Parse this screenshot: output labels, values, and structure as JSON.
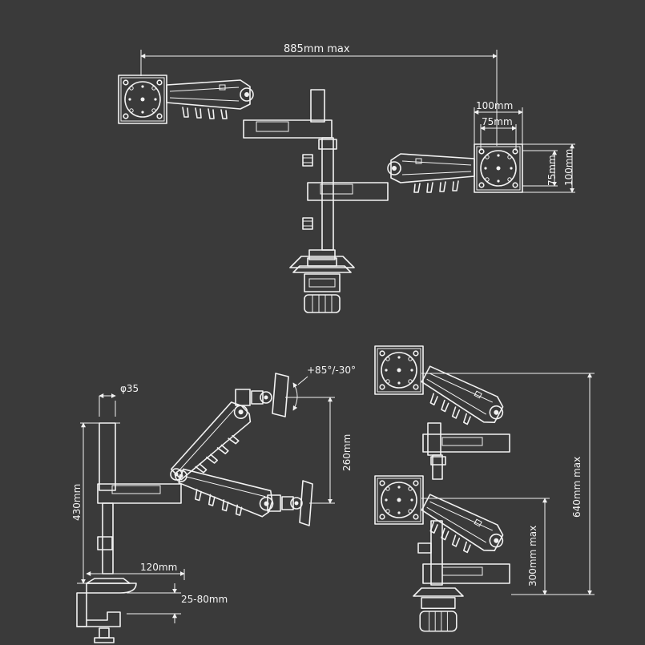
{
  "dimensions": {
    "span_max": "885mm max",
    "vesa_large_h": "100mm",
    "vesa_small_h": "75mm",
    "vesa_small_v": "75mm",
    "vesa_large_v": "100mm",
    "pole_diameter": "φ35",
    "tilt_range": "+85°/-30°",
    "pole_height": "430mm",
    "height_adjust": "260mm",
    "clamp_depth": "120mm",
    "desk_thickness": "25-80mm",
    "stack_height": "640mm max",
    "lower_height": "300mm max"
  },
  "colors": {
    "background": "#3a3a3a",
    "line": "#f2f2f2"
  }
}
